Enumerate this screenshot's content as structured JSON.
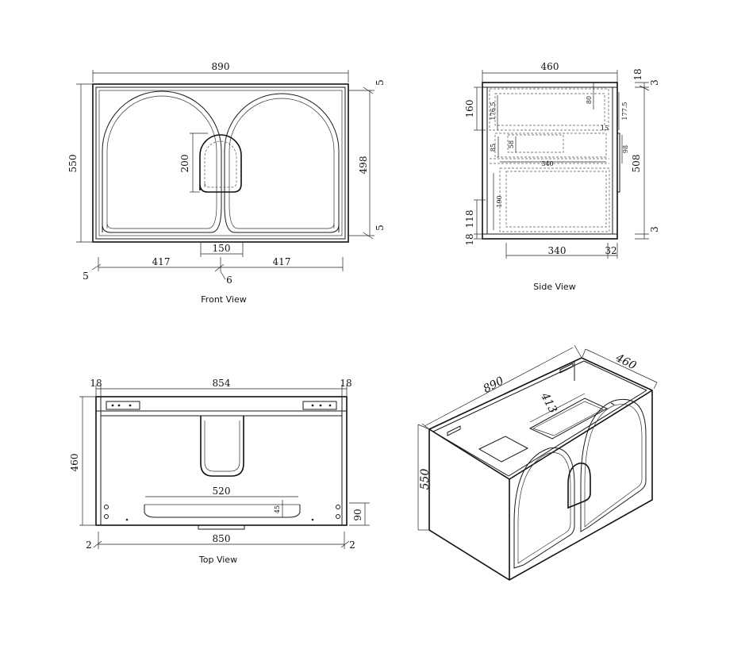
{
  "captions": {
    "front": "Front View",
    "side": "Side View",
    "top": "Top View"
  },
  "front_view": {
    "width": "890",
    "height": "550",
    "inner_height": "498",
    "top_gap": "5",
    "bottom_gap": "5",
    "left_segment": "417",
    "right_segment": "417",
    "center_gap": "150",
    "left_edge": "5",
    "center_edge": "6",
    "cutout_height": "200"
  },
  "side_view": {
    "depth": "460",
    "top_thickness": "18",
    "top_offset": "3",
    "drawer_top_height": "160",
    "inner_top": "176.5",
    "inner_top_right": "177.5",
    "drawer_front_80": "80",
    "drawer_15": "15",
    "drawer_85": "85",
    "drawer_58": "58",
    "drawer_98": "98",
    "drawer_340_inner": "340",
    "drawer_front_508": "508",
    "lower_190": "190",
    "bottom_118": "118",
    "bottom_18": "18",
    "bottom_offset": "3",
    "bottom_depth": "340",
    "bottom_back": "32"
  },
  "top_view": {
    "left_side": "18",
    "inner_width": "854",
    "right_side": "18",
    "depth": "460",
    "tray_width": "520",
    "tray_offset": "45",
    "front_depth": "90",
    "bottom_width": "850",
    "left_gap": "2",
    "right_gap": "2"
  },
  "iso_view": {
    "width": "890",
    "depth": "460",
    "height": "550",
    "inner": "413"
  }
}
